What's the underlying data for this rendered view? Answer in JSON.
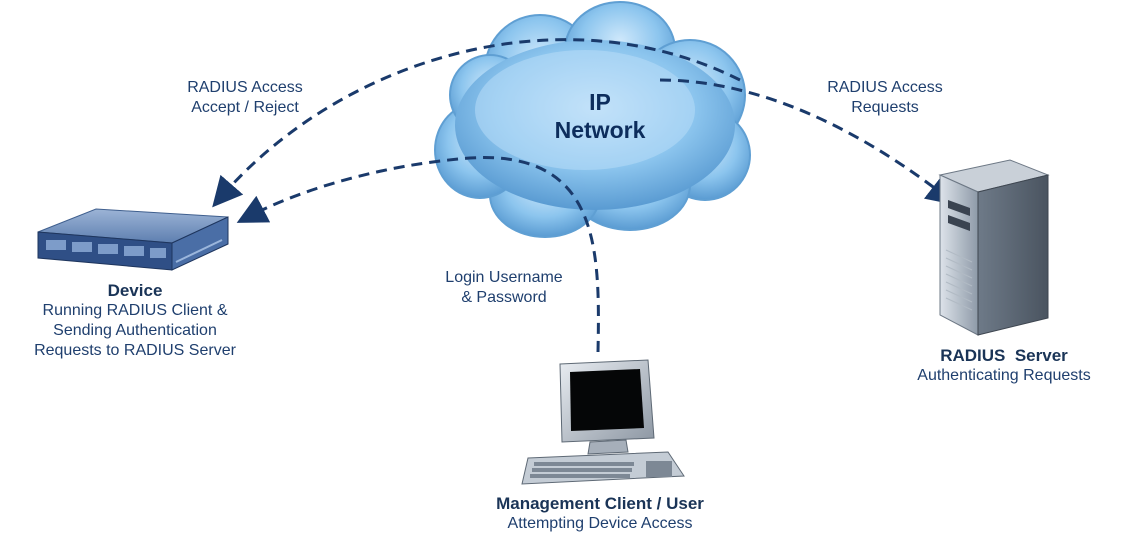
{
  "cloud": {
    "line1": "IP",
    "line2": "Network"
  },
  "arrows": {
    "accept_reject": {
      "line1": "RADIUS Access",
      "line2": "Accept / Reject"
    },
    "requests": {
      "line1": "RADIUS Access",
      "line2": "Requests"
    },
    "login": {
      "line1": "Login Username",
      "line2": "& Password"
    }
  },
  "device": {
    "title": "Device",
    "line1": "Running RADIUS Client &",
    "line2": "Sending Authentication",
    "line3": "Requests to RADIUS Server"
  },
  "server": {
    "title": "RADIUS  Server",
    "subtitle": "Authenticating Requests"
  },
  "client": {
    "title": "Management Client / User",
    "subtitle": "Attempting Device Access"
  },
  "colors": {
    "arrow": "#1a3a6b",
    "label_text": "#1f3f6e",
    "cloud_fill": "#8cc5ee",
    "cloud_edge": "#5f9fd3"
  },
  "icons": [
    "cloud-icon",
    "device-icon",
    "server-icon",
    "computer-icon",
    "arrowhead-icon"
  ]
}
